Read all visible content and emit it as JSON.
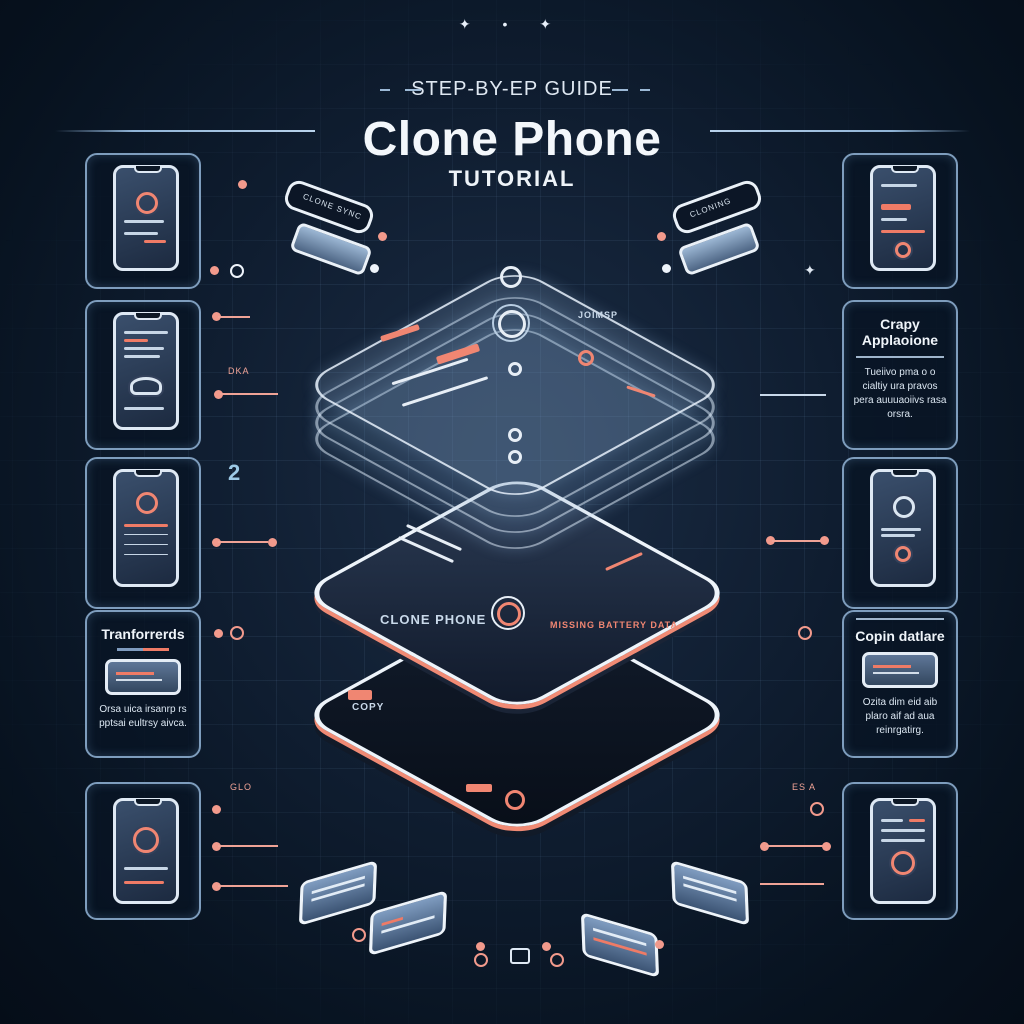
{
  "header": {
    "sparkles": "✦ • ✦",
    "subtitle": "STEP-BY-EP GUIDE",
    "title": "Clone Phone",
    "tagline": "TUTORIAL"
  },
  "colors": {
    "background": "#06111f",
    "accent": "#f08672",
    "line": "#e7eef6",
    "card_border": "#7e9dbd"
  },
  "left_cards": [
    {
      "type": "phone",
      "icon": "lock-icon"
    },
    {
      "type": "phone",
      "icon": "cloud-sync-icon"
    },
    {
      "type": "phone",
      "icon": "fingerprint-icon"
    },
    {
      "type": "text",
      "title": "Tranforrerds",
      "body": "Orsa uica irsanrp rs pptsai eultrsy aivca."
    },
    {
      "type": "phone",
      "icon": "spiral-icon"
    }
  ],
  "right_cards": [
    {
      "type": "phone",
      "icon": "record-icon"
    },
    {
      "type": "text",
      "title": "Crapy Applaoione",
      "body": "Tueiivo pma o o cialtiy ura pravos pera auuuaoiivs rasa orsra."
    },
    {
      "type": "phone",
      "icon": "shield-icon"
    },
    {
      "type": "text",
      "title": "Copin datlare",
      "body": "Ozita dim eid aib plaro aif ad aua reinrgatirg."
    },
    {
      "type": "phone",
      "icon": "spiral-icon"
    }
  ],
  "annotations": {
    "left_step_number": "2",
    "left_label_1": "DKA",
    "left_label_2": "GLO",
    "right_label_1": "ES A"
  },
  "center": {
    "top_layer_text": "JOIMSP",
    "mid_layer_brand": "CLONE PHONE",
    "mid_layer_red_text": "MISSING BATTERY DATA",
    "bottom_layer_text": "COPY",
    "left_pill_text": "CLONE SYNC",
    "right_pill_text": "CLONING"
  }
}
